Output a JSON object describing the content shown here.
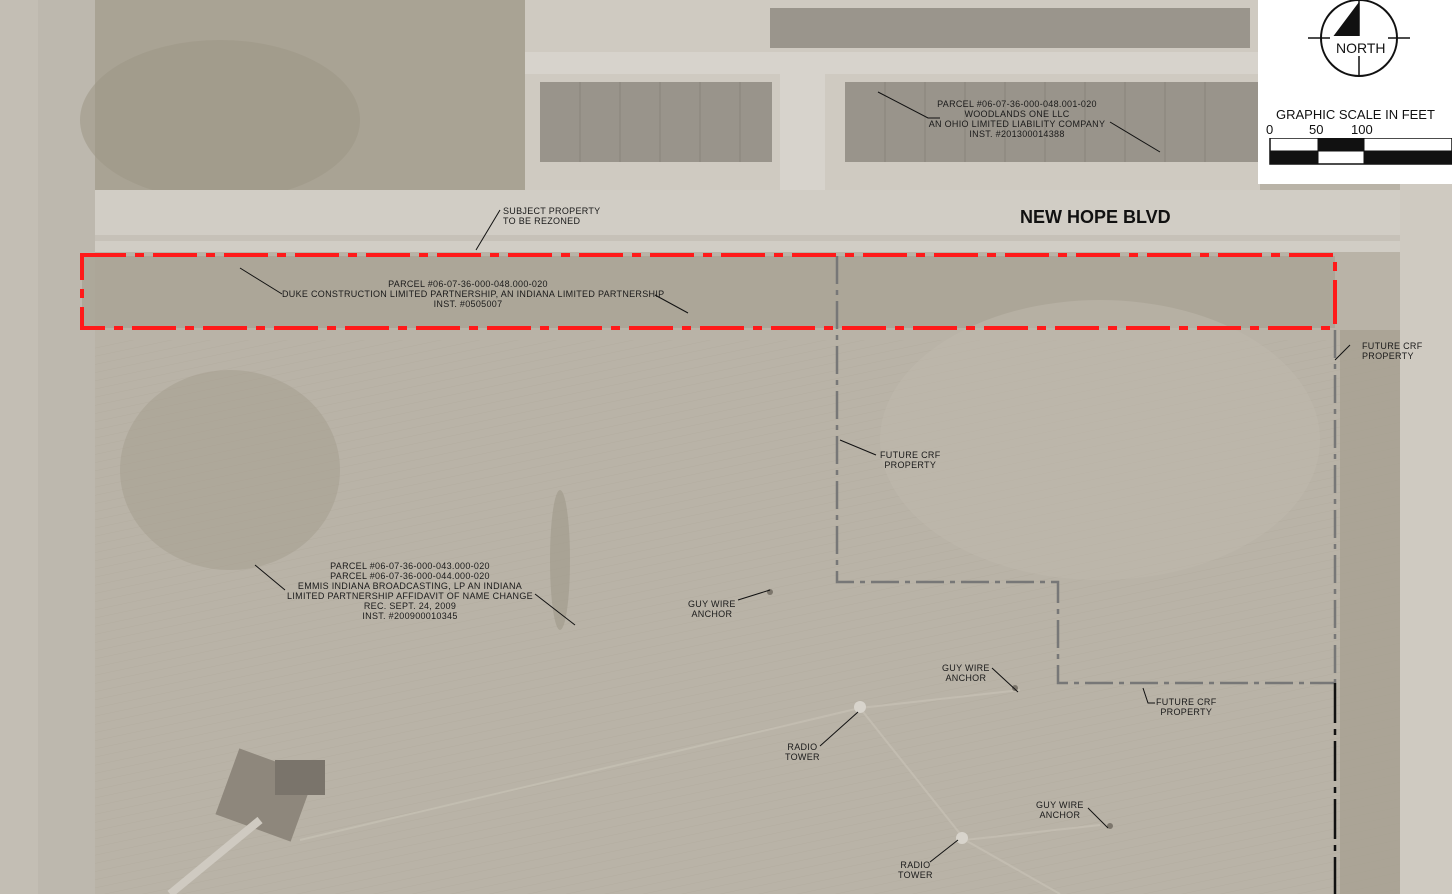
{
  "road": {
    "name": "NEW HOPE BLVD"
  },
  "labels": {
    "subject": [
      "SUBJECT PROPERTY",
      "TO BE REZONED"
    ],
    "parcel_048_000": [
      "PARCEL #06-07-36-000-048.000-020",
      "DUKE CONSTRUCTION LIMITED PARTNERSHIP, AN INDIANA LIMITED PARTNERSHIP",
      "INST. #0505007"
    ],
    "parcel_048_001": [
      "PARCEL #06-07-36-000-048.001-020",
      "WOODLANDS ONE LLC",
      "AN OHIO LIMITED LIABILITY COMPANY",
      "INST. #201300014388"
    ],
    "parcel_043_044": [
      "PARCEL #06-07-36-000-043.000-020",
      "PARCEL #06-07-36-000-044.000-020",
      "EMMIS INDIANA BROADCASTING, LP AN INDIANA",
      "LIMITED PARTNERSHIP AFFIDAVIT OF NAME CHANGE",
      "REC. SEPT. 24, 2009",
      "INST. #200900010345"
    ],
    "future_crf_1": [
      "FUTURE CRF",
      "PROPERTY"
    ],
    "future_crf_2": [
      "FUTURE CRF",
      "PROPERTY"
    ],
    "future_crf_3": [
      "FUTURE CRF",
      "PROPERTY"
    ],
    "guy_wire_1": [
      "GUY WIRE",
      "ANCHOR"
    ],
    "guy_wire_2": [
      "GUY WIRE",
      "ANCHOR"
    ],
    "guy_wire_3": [
      "GUY WIRE",
      "ANCHOR"
    ],
    "radio_tower_1": [
      "RADIO",
      "TOWER"
    ],
    "radio_tower_2": [
      "RADIO",
      "TOWER"
    ]
  },
  "legend": {
    "north": "NORTH",
    "scale_title": "GRAPHIC SCALE IN FEET",
    "ticks": [
      "0",
      "50",
      "100"
    ]
  },
  "colors": {
    "subject_boundary": "#ff1a1a",
    "crf_line": "#777777",
    "field": "#b8b1a4"
  }
}
